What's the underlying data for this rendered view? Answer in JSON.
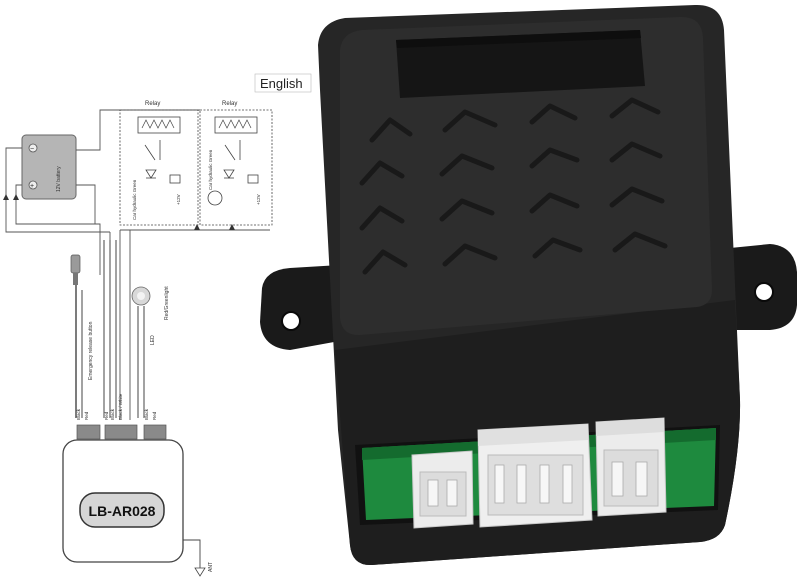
{
  "diagram": {
    "language_label": "English",
    "relay_label_1": "Relay",
    "relay_label_2": "Relay",
    "battery_label": "12V battery",
    "battery_minus": "−",
    "battery_plus": "+",
    "v12_label_1": "+12V",
    "v12_label_2": "+12V",
    "wire_label_1": "Car hydraulic Green",
    "wire_label_2": "Car hydraulic Green",
    "emergency_label": "Emergency release button",
    "led_label": "LED",
    "led_color_label": "Red/Greenlight",
    "wire_black": "Black",
    "wire_red": "Red",
    "wire_red_2": "Red",
    "wire_black_2": "Black",
    "wire_black_white": "Black / White",
    "wire_black_3": "Black",
    "wire_red_3": "Red",
    "model_label": "LB-AR028",
    "ant_label": "ANT"
  },
  "colors": {
    "housing": "#2a2a2a",
    "pcb": "#1e8a3e",
    "connector": "#eeeeee",
    "line": "#333333"
  }
}
